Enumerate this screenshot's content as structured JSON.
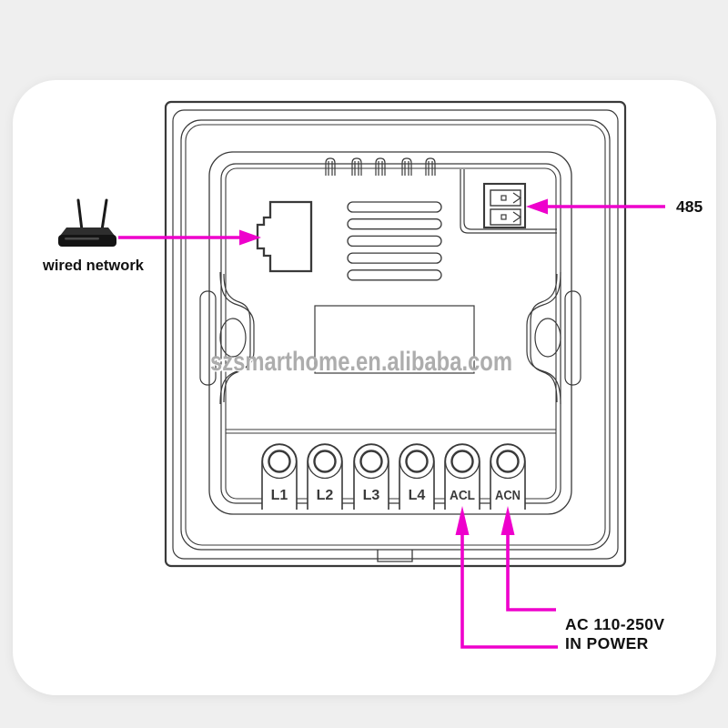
{
  "colors": {
    "page_background": "#efefef",
    "card_background": "#ffffff",
    "line": "#3a3a3a",
    "annotation": "#ee00cc",
    "watermark": "#a9a9a9",
    "watermark_highlight": "#ffffff",
    "text": "#111111",
    "router_body": "#141414"
  },
  "annotations": {
    "wired_network_label": "wired network",
    "rs485_label": "485",
    "power_label_line1": "AC 110-250V",
    "power_label_line2": "IN POWER"
  },
  "terminals": {
    "labels": [
      "L1",
      "L2",
      "L3",
      "L4",
      "ACL",
      "ACN"
    ]
  },
  "watermark": {
    "text": "szsmarthome.en.alibaba.com"
  },
  "icons": {
    "router_icon": "wired-router-with-two-antennas"
  }
}
